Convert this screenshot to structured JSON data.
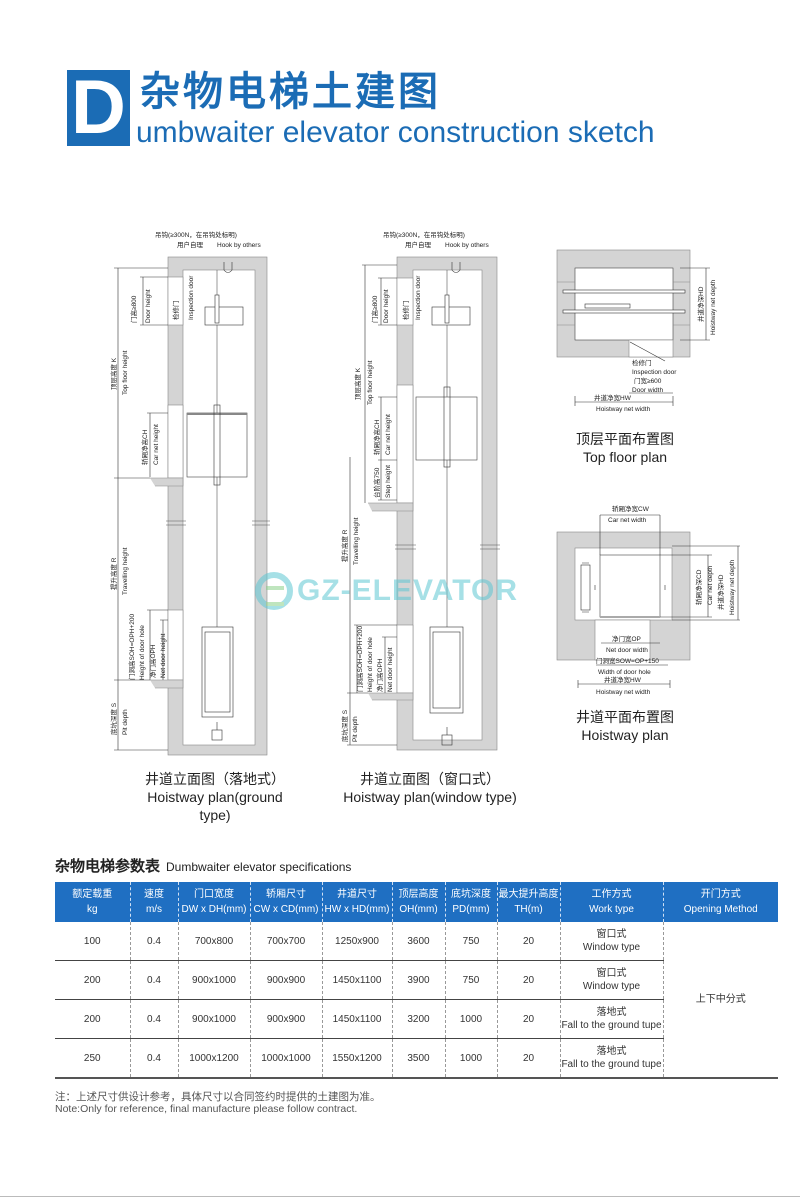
{
  "header": {
    "initial": "D",
    "title_cn": "杂物电梯土建图",
    "title_en": "umbwaiter elevator construction sketch"
  },
  "elevation": {
    "hook_cn": "吊钩(≥300N，在吊钩处标明)",
    "hook_owner_cn": "用户自理",
    "hook_en": "Hook by others",
    "door_height_cn": "门高≥800",
    "door_height_en": "Door height",
    "inspection_cn": "检修门",
    "inspection_en": "Inspection door",
    "top_floor_cn": "顶层高度 K",
    "top_floor_en": "Top floor height",
    "car_height_cn": "轿厢净高CH",
    "car_height_en": "Car net height",
    "step_cn": "台阶高750",
    "step_en": "Step height",
    "travel_cn": "提升高度 R",
    "travel_en": "Travelling height",
    "door_hole_cn": "门洞高SOH=OPH+200",
    "door_hole_en": "Height of door hole",
    "net_door_cn": "净门高OPH",
    "net_door_en": "Net door height",
    "pit_cn": "底坑深度 S",
    "pit_en": "Pit depth"
  },
  "plans": {
    "hoistway_depth_cn": "井道净深HD",
    "hoistway_depth_en": "Hoistway net depth",
    "insp_door_cn": "检修门",
    "insp_door_en": "Inspection door",
    "door_width_cn": "门宽≥600",
    "door_width_en": "Door width",
    "hoistway_width_cn": "井道净宽HW",
    "hoistway_width_en": "Hoistway net width",
    "car_width_cn": "轿厢净宽CW",
    "car_width_en": "Car net width",
    "car_depth_cn": "轿厢净深CD",
    "car_depth_en": "Car net depth",
    "net_door_w_cn": "净门宽OP",
    "net_door_w_en": "Net door width",
    "door_hole_w_cn": "门洞宽SOW=OP+150",
    "door_hole_w_en": "Width of door hole"
  },
  "captions": {
    "ground_cn": "井道立面图（落地式）",
    "ground_en": "Hoistway plan(ground type)",
    "window_cn": "井道立面图（窗口式）",
    "window_en": "Hoistway plan(window type)",
    "top_cn": "顶层平面布置图",
    "top_en": "Top floor plan",
    "hoist_cn": "井道平面布置图",
    "hoist_en": "Hoistway plan"
  },
  "watermark": "GZ-ELEVATOR",
  "specs": {
    "title_cn": "杂物电梯参数表",
    "title_en": "Dumbwaiter elevator specifications",
    "columns": [
      {
        "cn": "额定载重",
        "en": "kg"
      },
      {
        "cn": "速度",
        "en": "m/s"
      },
      {
        "cn": "门口宽度",
        "en": "DW x DH(mm)"
      },
      {
        "cn": "轿厢尺寸",
        "en": "CW x CD(mm)"
      },
      {
        "cn": "井道尺寸",
        "en": "HW x HD(mm)"
      },
      {
        "cn": "顶层高度",
        "en": "OH(mm)"
      },
      {
        "cn": "底坑深度",
        "en": "PD(mm)"
      },
      {
        "cn": "最大提升高度",
        "en": "TH(m)"
      },
      {
        "cn": "工作方式",
        "en": "Work type"
      },
      {
        "cn": "开门方式",
        "en": "Opening Method"
      }
    ],
    "rows": [
      [
        "100",
        "0.4",
        "700x800",
        "700x700",
        "1250x900",
        "3600",
        "750",
        "20",
        "窗口式",
        "Window type"
      ],
      [
        "200",
        "0.4",
        "900x1000",
        "900x900",
        "1450x1100",
        "3900",
        "750",
        "20",
        "窗口式",
        "Window type"
      ],
      [
        "200",
        "0.4",
        "900x1000",
        "900x900",
        "1450x1100",
        "3200",
        "1000",
        "20",
        "落地式",
        "Fall to the ground tupe"
      ],
      [
        "250",
        "0.4",
        "1000x1200",
        "1000x1000",
        "1550x1200",
        "3500",
        "1000",
        "20",
        "落地式",
        "Fall to the ground tupe"
      ]
    ],
    "opening_method": "上下中分式"
  },
  "note": {
    "cn": "注：上述尺寸供设计参考，具体尺寸以合同签约时提供的土建图为准。",
    "en": "Note:Only for reference, final manufacture please follow contract."
  },
  "colors": {
    "brand": "#1b6cb5",
    "table_header": "#1f6fc2",
    "wall": "#d4d4d4"
  }
}
